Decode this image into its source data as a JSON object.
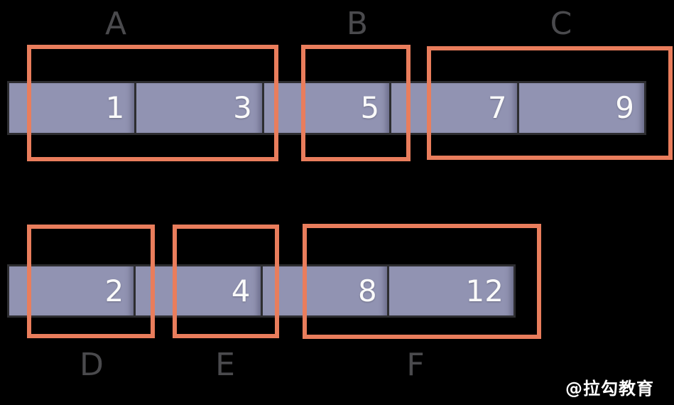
{
  "diagram": {
    "title_hint": "interval grouping diagram",
    "colors": {
      "background": "#000000",
      "bar_fill": "#9193b2",
      "bar_border": "#2d2d30",
      "group_box_stroke": "#e97d5c",
      "group_label": "#4a4a4d",
      "segment_number": "#fafafa",
      "watermark": "#ffffff"
    },
    "rows": [
      {
        "segments": [
          "1",
          "3",
          "5",
          "7",
          "9"
        ],
        "groups": [
          {
            "label": "A",
            "covers": "1,3"
          },
          {
            "label": "B",
            "covers": "5"
          },
          {
            "label": "C",
            "covers": "7,9"
          }
        ]
      },
      {
        "segments": [
          "2",
          "4",
          "8",
          "12"
        ],
        "groups": [
          {
            "label": "D",
            "covers": "2"
          },
          {
            "label": "E",
            "covers": "4"
          },
          {
            "label": "F",
            "covers": "8,12"
          }
        ]
      }
    ]
  },
  "watermark": "@拉勾教育"
}
